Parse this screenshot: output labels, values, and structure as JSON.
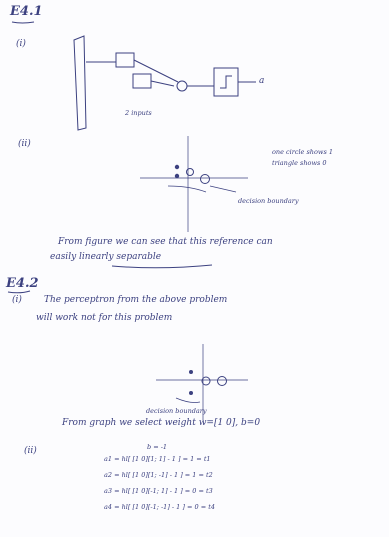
{
  "ex1": {
    "heading": "E4.1",
    "part_i": "(i)",
    "part_ii": "(ii)",
    "diagram_caption": "2 inputs",
    "output_label": "a",
    "note_1": "one circle shows 1",
    "note_2": "triangle shows 0",
    "boundary_label": "decision boundary",
    "conclusion_1": "From figure we can see that this reference can",
    "conclusion_2": "easily linearly separable"
  },
  "ex2": {
    "heading": "E4.2",
    "part_i": "(i)",
    "line_1": "The perceptron from the above problem",
    "line_2": "will work not for this problem",
    "boundary_label": "decision boundary",
    "graph_note": "From graph we select weight w=[1 0], b=0",
    "part_ii": "(ii)",
    "b_label": "b = -1",
    "eq_1": "a1 = hl[ [1 0][1; 1] - 1 ] = 1 = t1",
    "eq_2": "a2 = hl[ [1 0][1; -1] - 1 ] = 1 = t2",
    "eq_3": "a3 = hl[ [1 0][-1; 1] - 1 ] = 0 = t3",
    "eq_4": "a4 = hl[ [1 0][-1; -1] - 1 ] = 0 = t4"
  }
}
